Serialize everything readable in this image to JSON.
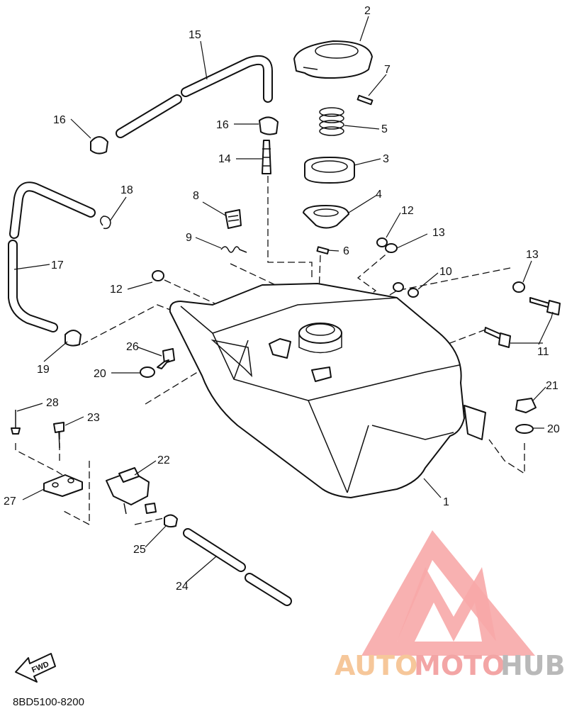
{
  "diagram_code": "8BD5100-8200",
  "fwd_label": "FWD",
  "watermark": {
    "auto": "AUTO",
    "moto": "MOTO",
    "hub": "HUB",
    "colors": {
      "logo": "#f7a8a8",
      "auto": "#f6c79a",
      "moto": "#f3a5a5",
      "hub": "#b9b9b9"
    }
  },
  "callouts": {
    "c1": "1",
    "c2": "2",
    "c3": "3",
    "c4": "4",
    "c5": "5",
    "c6": "6",
    "c7": "7",
    "c8": "8",
    "c9": "9",
    "c10": "10",
    "c11": "11",
    "c12a": "12",
    "c12b": "12",
    "c13a": "13",
    "c13b": "13",
    "c14": "14",
    "c15": "15",
    "c16a": "16",
    "c16b": "16",
    "c17": "17",
    "c18": "18",
    "c19": "19",
    "c20a": "20",
    "c20b": "20",
    "c21": "21",
    "c22": "22",
    "c23": "23",
    "c24": "24",
    "c25": "25",
    "c26": "26",
    "c27": "27",
    "c28": "28"
  }
}
